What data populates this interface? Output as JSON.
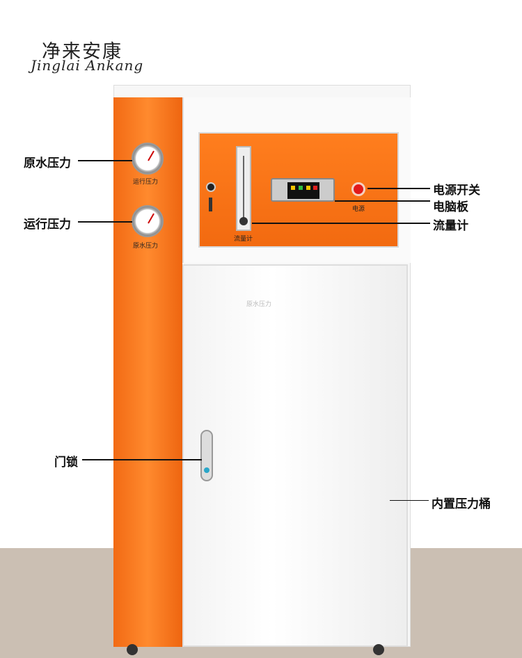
{
  "brand": {
    "name_cn": "净来安康",
    "name_en": "Jinglai Ankang"
  },
  "panel_labels": {
    "gauge_top": "运行压力",
    "gauge_bottom": "原水压力",
    "flowmeter": "流量计",
    "power": "电源",
    "door_watermark": "原水压力"
  },
  "callouts": {
    "raw_water_pressure": "原水压力",
    "operating_pressure": "运行压力",
    "door_lock": "门锁",
    "power_switch": "电源开关",
    "control_board": "电脑板",
    "flowmeter": "流量计",
    "pressure_tank": "内置压力桶"
  },
  "colors": {
    "orange": "#f26a14",
    "floor": "#cbbfb3"
  }
}
